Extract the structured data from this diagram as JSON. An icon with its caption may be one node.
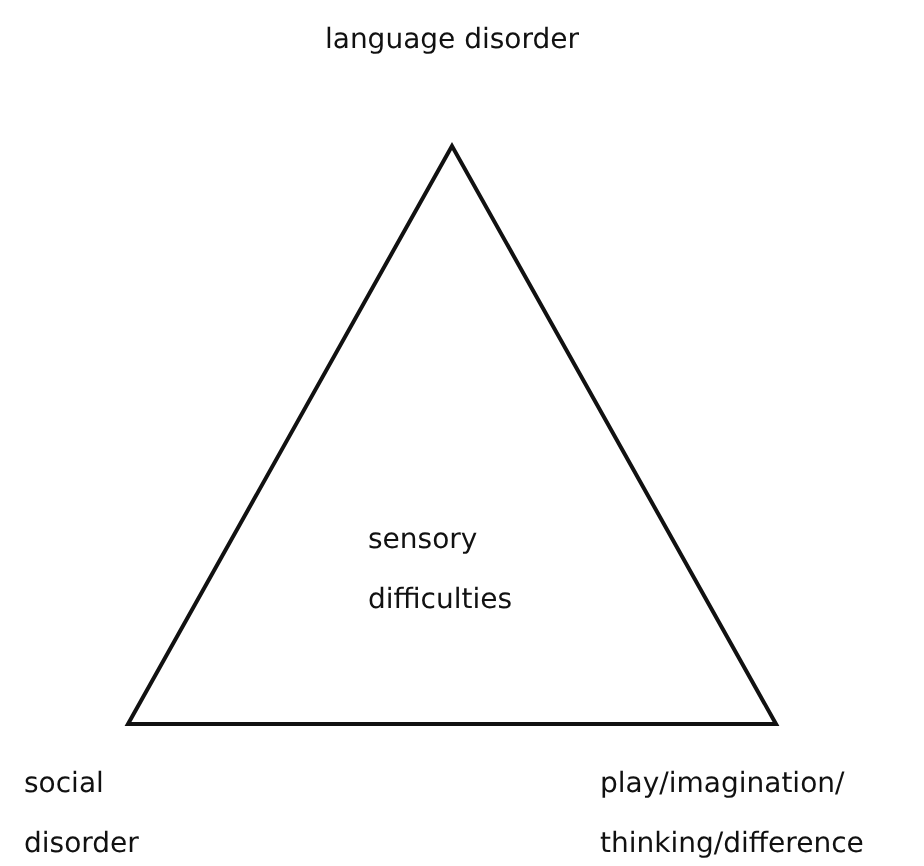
{
  "diagram": {
    "nodes": [
      {
        "text": [
          "sensory difficulties"
        ]
      }
    ],
    "labels": [
      "language disorder",
      "social disorder",
      "play/imagination/ thinking/difference"
    ]
  }
}
